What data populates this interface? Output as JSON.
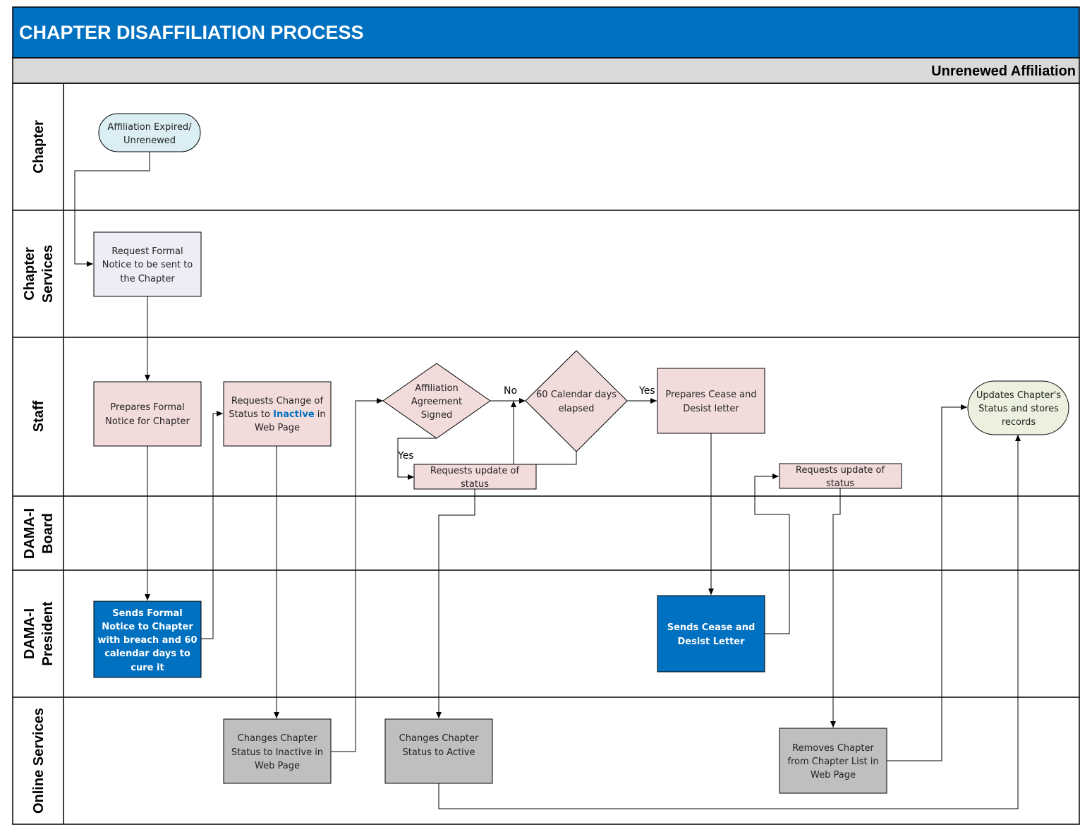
{
  "title": "CHAPTER DISAFFILIATION PROCESS",
  "phase": "Unrenewed Affiliation",
  "lanes": [
    {
      "id": "chapter",
      "lines": [
        "Chapter"
      ]
    },
    {
      "id": "chapter-services",
      "lines": [
        "Chapter",
        "Services"
      ]
    },
    {
      "id": "staff",
      "lines": [
        "Staff"
      ]
    },
    {
      "id": "board",
      "lines": [
        "DAMA-I",
        "Board"
      ]
    },
    {
      "id": "president",
      "lines": [
        "DAMA-I",
        "President"
      ]
    },
    {
      "id": "online",
      "lines": [
        "Online Services"
      ]
    }
  ],
  "nodes": {
    "expired": {
      "lines": [
        "Affiliation Expired/",
        "Unrenewed"
      ]
    },
    "request_notice": {
      "lines": [
        "Request Formal",
        "Notice to be sent to",
        "the Chapter"
      ]
    },
    "prepares_notice": {
      "lines": [
        "Prepares Formal",
        "Notice for Chapter"
      ]
    },
    "requests_inactive": {
      "line1": "Requests Change of",
      "line2_pre": "Status to ",
      "line2_hl": "Inactive",
      "line2_post": " in",
      "line3": "Web Page"
    },
    "agreement": {
      "lines": [
        "Affiliation",
        "Agreement",
        "Signed"
      ]
    },
    "days60": {
      "lines": [
        "60 Calendar days",
        "elapsed"
      ]
    },
    "cease_prep": {
      "lines": [
        "Prepares Cease and",
        "Desist letter"
      ]
    },
    "update_status_1": {
      "lines": [
        "Requests update of",
        "status"
      ]
    },
    "update_status_2": {
      "lines": [
        "Requests update of",
        "status"
      ]
    },
    "updates_records": {
      "lines": [
        "Updates Chapter's",
        "Status and stores",
        "records"
      ]
    },
    "sends_notice": {
      "lines": [
        "Sends Formal",
        "Notice to Chapter",
        "with breach and 60",
        "calendar days to",
        "cure it"
      ]
    },
    "sends_cease": {
      "lines": [
        "Sends Cease and",
        "Desist Letter"
      ]
    },
    "changes_inactive": {
      "lines": [
        "Changes Chapter",
        "Status to Inactive in",
        "Web Page"
      ]
    },
    "changes_active": {
      "lines": [
        "Changes Chapter",
        "Status to Active"
      ]
    },
    "removes": {
      "lines": [
        "Removes Chapter",
        "from Chapter List in",
        "Web Page"
      ]
    }
  },
  "edge_labels": {
    "no": "No",
    "yes_agreement": "Yes",
    "yes_days": "Yes"
  },
  "colors": {
    "header": "#0070c0",
    "phase_bar": "#d9d9d9",
    "pink": "#f2dcdb",
    "lavender": "#eeecf5",
    "blue_box": "#0070c0",
    "gray_box": "#bfbfbf",
    "light_blue": "#daeef3",
    "light_green": "#ebf1de"
  }
}
